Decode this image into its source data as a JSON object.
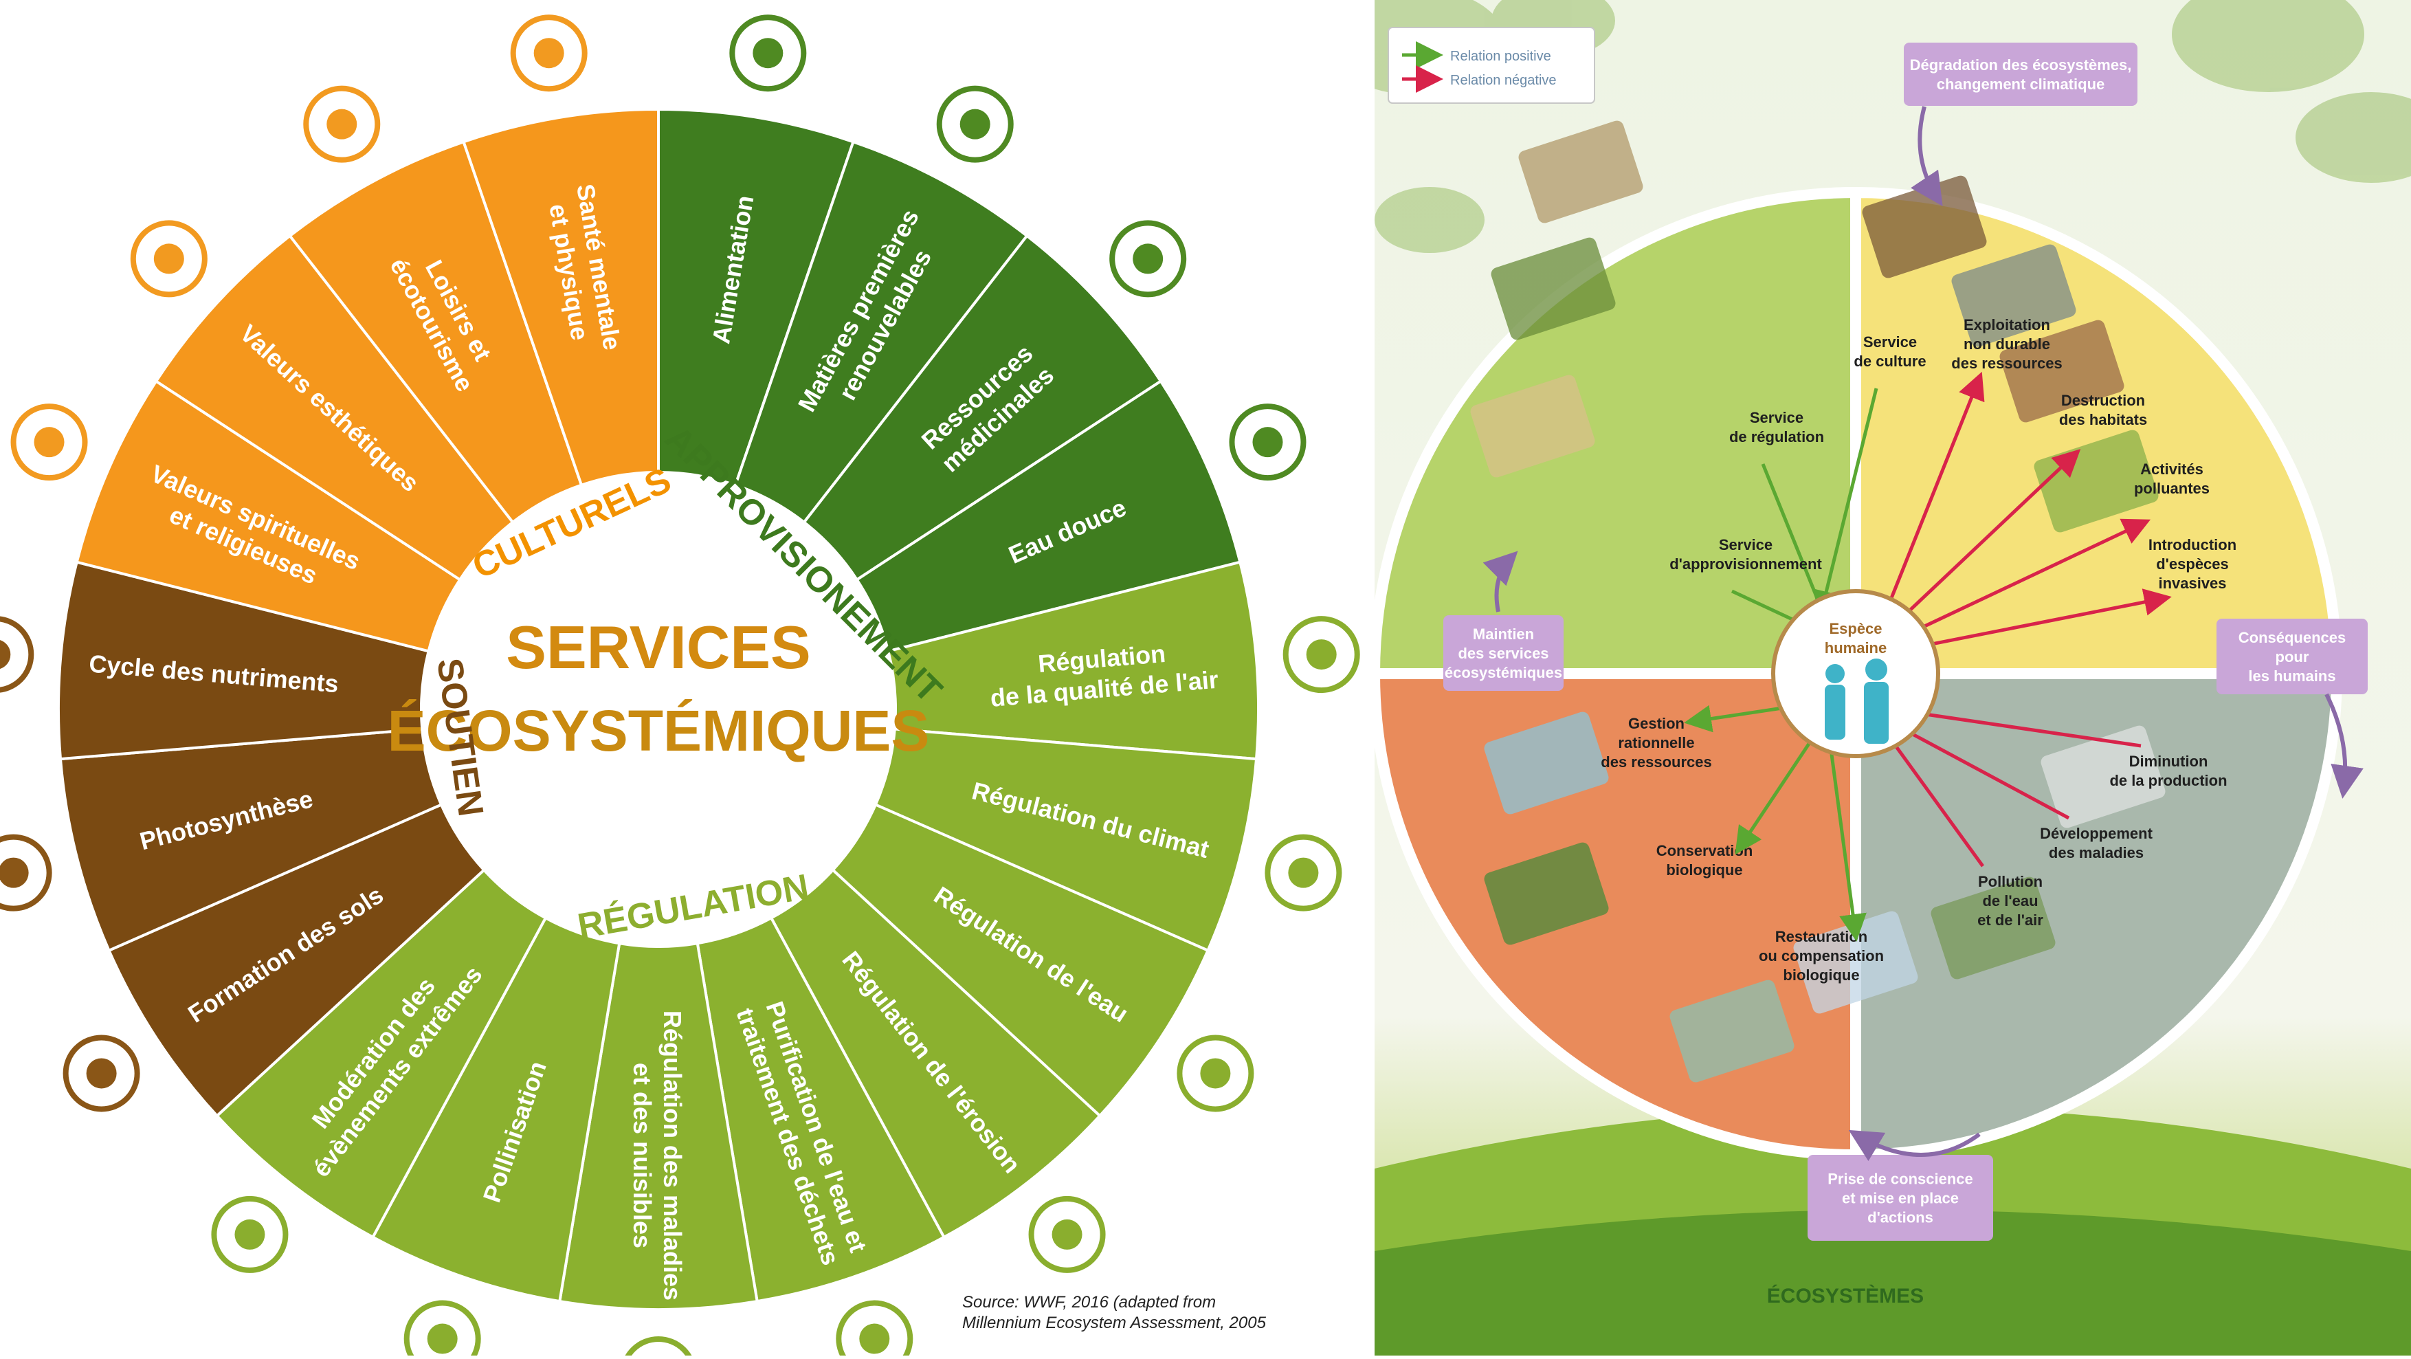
{
  "left": {
    "center_title": [
      "SERVICES",
      "ÉCOSYSTÉMIQUES"
    ],
    "categories": [
      {
        "label": "CULTURELS",
        "color": "#f39200"
      },
      {
        "label": "APPROVISIONEMENT",
        "color": "#3d7a1e"
      },
      {
        "label": "RÉGULATION",
        "color": "#8dae2f"
      },
      {
        "label": "SOUTIEN",
        "color": "#7a4a12"
      }
    ],
    "segments": [
      {
        "lines": [
          "Alimentation"
        ],
        "category": "APPROVISIONEMENT",
        "icon": "rice-bowl-icon"
      },
      {
        "lines": [
          "Matières premières",
          "renouvelables"
        ],
        "category": "APPROVISIONEMENT",
        "icon": "raw-materials-icon"
      },
      {
        "lines": [
          "Ressources",
          "médicinales"
        ],
        "category": "APPROVISIONEMENT",
        "icon": "pill-icon"
      },
      {
        "lines": [
          "Eau douce"
        ],
        "category": "APPROVISIONEMENT",
        "icon": "water-tap-icon"
      },
      {
        "lines": [
          "Régulation",
          "de la qualité de l'air"
        ],
        "category": "RÉGULATION",
        "icon": "trees-icon"
      },
      {
        "lines": [
          "Régulation du climat"
        ],
        "category": "RÉGULATION",
        "icon": "sun-cloud-icon"
      },
      {
        "lines": [
          "Régulation de l'eau"
        ],
        "category": "RÉGULATION",
        "icon": "water-cycle-icon"
      },
      {
        "lines": [
          "Régulation de l'érosion"
        ],
        "category": "RÉGULATION",
        "icon": "erosion-icon"
      },
      {
        "lines": [
          "Purification de l'eau et",
          "traitement des déchets"
        ],
        "category": "RÉGULATION",
        "icon": "water-purification-icon"
      },
      {
        "lines": [
          "Régulation des maladies",
          "et des nuisibles"
        ],
        "category": "RÉGULATION",
        "icon": "bird-icon"
      },
      {
        "lines": [
          "Pollinisation"
        ],
        "category": "RÉGULATION",
        "icon": "bee-icon"
      },
      {
        "lines": [
          "Modération des",
          "évènements extrêmes"
        ],
        "category": "RÉGULATION",
        "icon": "storm-icon"
      },
      {
        "lines": [
          "Formation des sols"
        ],
        "category": "SOUTIEN",
        "icon": "soil-icon"
      },
      {
        "lines": [
          "Photosynthèse"
        ],
        "category": "SOUTIEN",
        "icon": "leaf-icon"
      },
      {
        "lines": [
          "Cycle des nutriments"
        ],
        "category": "SOUTIEN",
        "icon": "nutrient-cycle-icon"
      },
      {
        "lines": [
          "Valeurs spirituelles",
          "et religieuses"
        ],
        "category": "CULTURELS",
        "icon": "hamsa-hand-icon"
      },
      {
        "lines": [
          "Valeurs esthétiques"
        ],
        "category": "CULTURELS",
        "icon": "landscape-icon"
      },
      {
        "lines": [
          "Loisirs et",
          "écotourisme"
        ],
        "category": "CULTURELS",
        "icon": "beach-umbrella-icon"
      },
      {
        "lines": [
          "Santé mentale",
          "et physique"
        ],
        "category": "CULTURELS",
        "icon": "mental-health-icon"
      }
    ],
    "source_lines": [
      "Source: WWF, 2016 (adapted from",
      "Millennium Ecosystem Assessment, 2005"
    ]
  },
  "right": {
    "legend": {
      "positive": "Relation positive",
      "negative": "Relation négative"
    },
    "colors": {
      "positive": "#5aa832",
      "negative": "#d8234a",
      "box": "#c9a6d8",
      "box_text": "#ffffff"
    },
    "center_label": [
      "Espèce",
      "humaine"
    ],
    "bottom_label": "ÉCOSYSTÈMES",
    "boxes": {
      "top": [
        "Dégradation des écosystèmes,",
        "changement climatique"
      ],
      "right": [
        "Conséquences",
        "pour",
        "les humains"
      ],
      "bottom": [
        "Prise de conscience",
        "et mise en place",
        "d'actions"
      ],
      "left": [
        "Maintien",
        "des services",
        "écosystémiques"
      ]
    },
    "top_left_labels": [
      [
        "Service",
        "de culture"
      ],
      [
        "Service",
        "de régulation"
      ],
      [
        "Service",
        "d'approvisionnement"
      ]
    ],
    "top_right_labels": [
      [
        "Exploitation",
        "non durable",
        "des ressources"
      ],
      [
        "Destruction",
        "des habitats"
      ],
      [
        "Activités",
        "polluantes"
      ],
      [
        "Introduction",
        "d'espèces",
        "invasives"
      ]
    ],
    "bottom_left_labels": [
      [
        "Gestion",
        "rationnelle",
        "des ressources"
      ],
      [
        "Conservation",
        "biologique"
      ],
      [
        "Restauration",
        "ou compensation",
        "biologique"
      ]
    ],
    "bottom_right_labels": [
      [
        "Diminution",
        "de la production"
      ],
      [
        "Développement",
        "des maladies"
      ],
      [
        "Pollution",
        "de l'eau",
        "et de l'air"
      ]
    ]
  }
}
